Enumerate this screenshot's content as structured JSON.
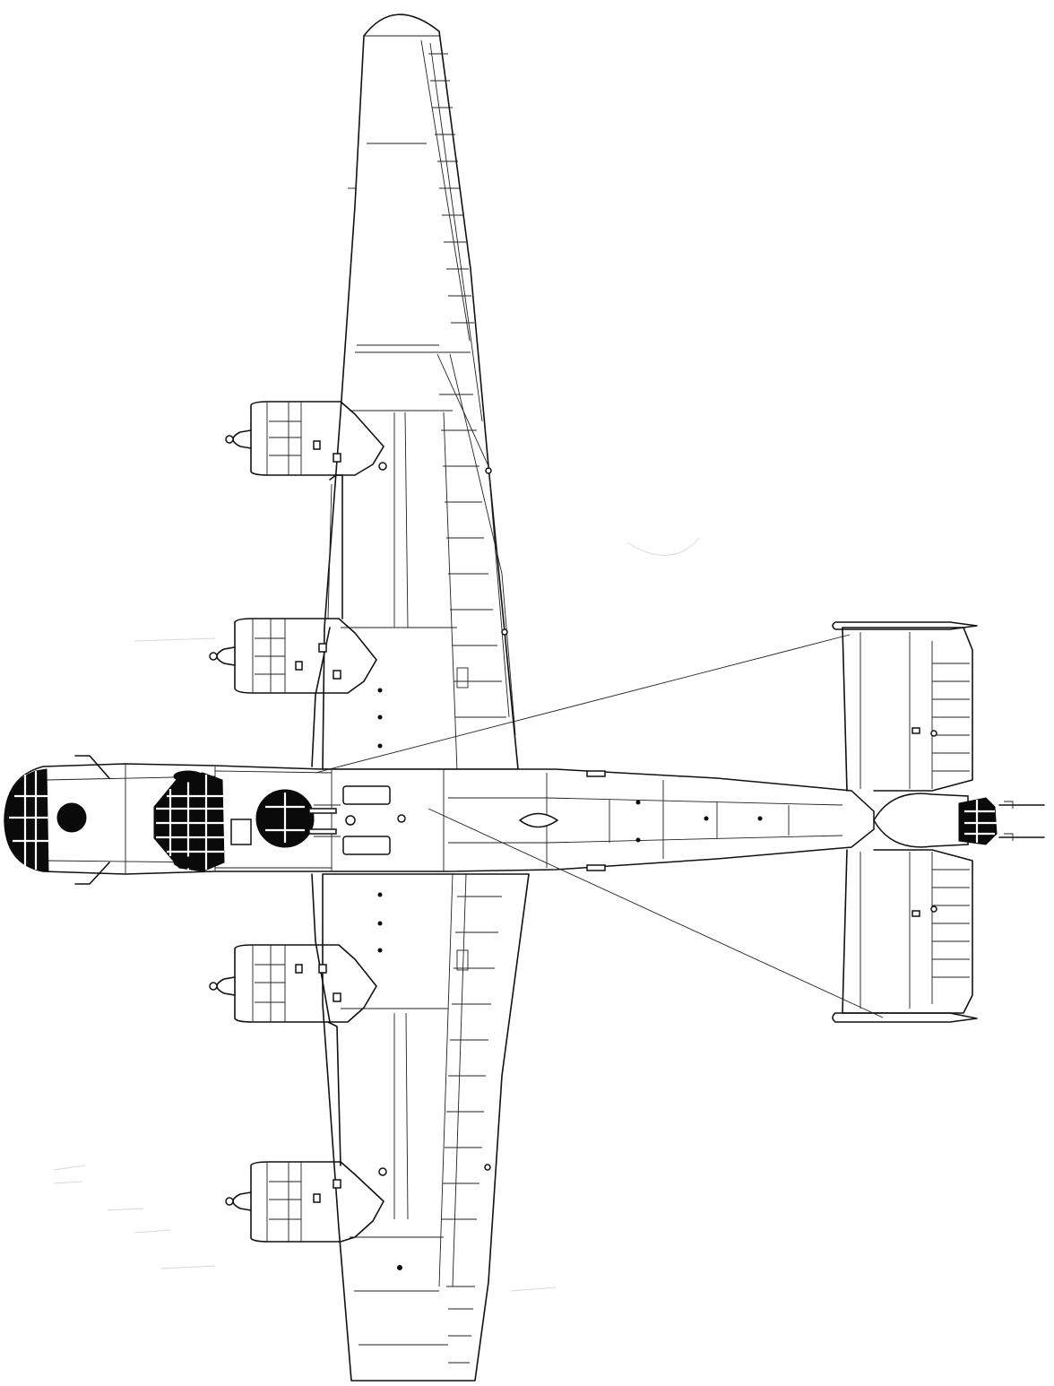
{
  "drawing": {
    "subject": "four-engine-aircraft-plan-view",
    "view": "top",
    "line_color": "#111111",
    "fill_color": "#0a0a0a",
    "background": "#ffffff",
    "engines": 4,
    "gun_barrels_tail": 2
  }
}
